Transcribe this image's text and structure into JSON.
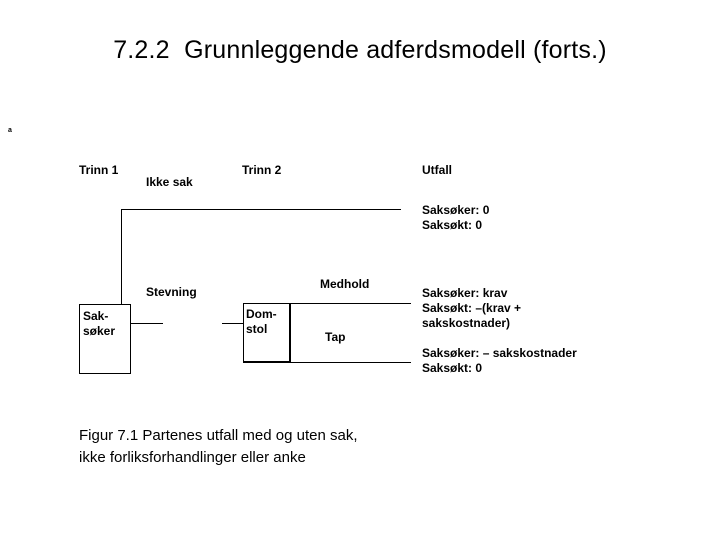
{
  "slide": {
    "title": "7.2.2  Grunnleggende adferdsmodell (forts.)",
    "stray_mark": "a",
    "background_color": "#ffffff",
    "text_color": "#000000"
  },
  "diagram": {
    "stage_labels": {
      "trinn1": "Trinn 1",
      "trinn2": "Trinn 2",
      "utfall": "Utfall"
    },
    "branch_labels": {
      "ikke_sak": "Ikke sak",
      "stevning": "Stevning",
      "medhold": "Medhold",
      "tap": "Tap"
    },
    "nodes": {
      "saksoker": "Sak-\nsøker",
      "domstol": "Dom-\nstol"
    },
    "outcomes": [
      {
        "id": "outcome-ikke-sak",
        "text": "Saksøker: 0\nSaksøkt: 0"
      },
      {
        "id": "outcome-medhold",
        "text": "Saksøker: krav\nSaksøkt: –(krav +\nsakskostnader)"
      },
      {
        "id": "outcome-tap",
        "text": "Saksøker: – sakskostnader\nSaksøkt: 0"
      }
    ]
  },
  "caption": {
    "text": "Figur 7.1  Partenes utfall med og uten sak,\nikke forliksforhandlinger eller anke"
  }
}
